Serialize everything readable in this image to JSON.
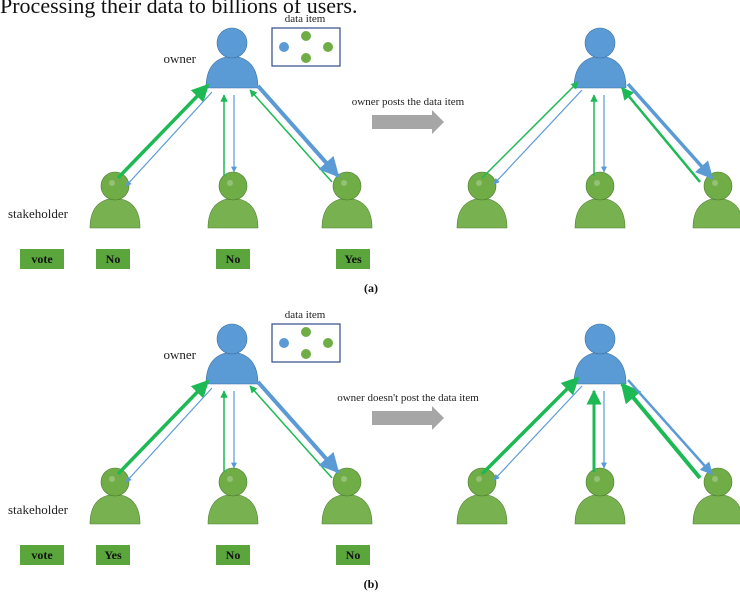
{
  "caption_fragment": "Processing their data to billions of users.",
  "owner_label": "owner",
  "stakeholder_label": "stakeholder",
  "data_item_label": "data item",
  "vote_label": "vote",
  "panels": [
    {
      "label": "(a)",
      "action": "owner posts the data item",
      "votes": [
        "No",
        "No",
        "Yes"
      ]
    },
    {
      "label": "(b)",
      "action": "owner doesn't post the data item",
      "votes": [
        "Yes",
        "No",
        "No"
      ]
    }
  ],
  "colors": {
    "owner_blue": "#5b9bd5",
    "stakeholder_green": "#70ad47",
    "vote_box": "#5aa53c",
    "arrow_grey": "#a6a6a6"
  }
}
